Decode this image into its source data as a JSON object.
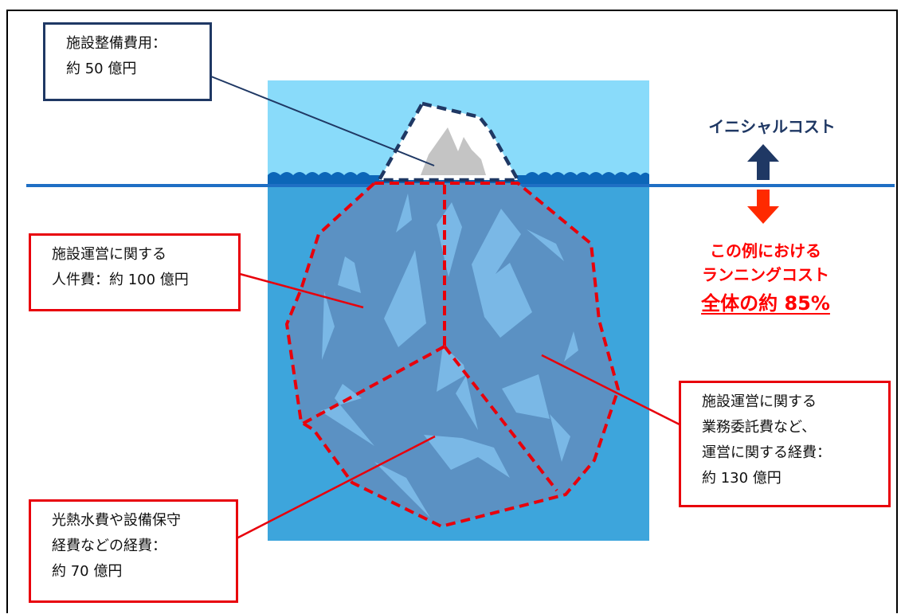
{
  "callouts": {
    "facility_cost": {
      "lines": [
        "施設整備費用：",
        "約 50 億円"
      ]
    },
    "personnel_cost": {
      "lines": [
        "施設運営に関する",
        "人件費：約 100 億円"
      ]
    },
    "utility_cost": {
      "lines": [
        "光熱水費や設備保守",
        "経費などの経費：",
        "約 70 億円"
      ]
    },
    "outsourcing_cost": {
      "lines": [
        "施設運営に関する",
        "業務委託費など、",
        "運営に関する経費：",
        "約 130 億円"
      ]
    }
  },
  "labels": {
    "initial_cost": "イニシャルコスト",
    "running_cost_line1": "この例における",
    "running_cost_line2": "ランニングコスト",
    "running_cost_share": "全体の約 85%"
  },
  "icons": {
    "up": "up-arrow-icon",
    "down": "down-arrow-icon"
  },
  "colors": {
    "sky": "#89dbfa",
    "sea": "#3da5dc",
    "ice_under": "#5b91c3",
    "ice_light": "#7ab8e6",
    "wave": "#0c66b8",
    "navy": "#1f3864",
    "red": "#e8000b"
  }
}
